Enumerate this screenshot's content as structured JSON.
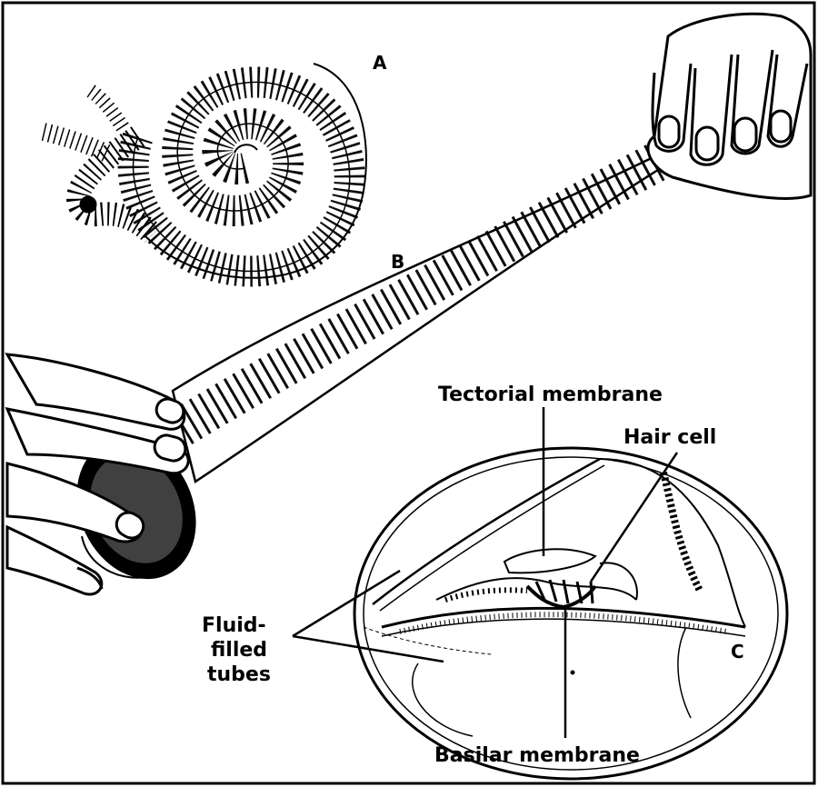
{
  "figure": {
    "labels": {
      "a": "A",
      "b": "B",
      "c": "C",
      "tectorial": "Tectorial membrane",
      "hair_cell": "Hair cell",
      "fluid_1": "Fluid-",
      "fluid_2": "filled",
      "fluid_3": "tubes",
      "basilar": "Basilar membrane"
    },
    "colors": {
      "ink": "#000000",
      "paper": "#ffffff"
    }
  }
}
